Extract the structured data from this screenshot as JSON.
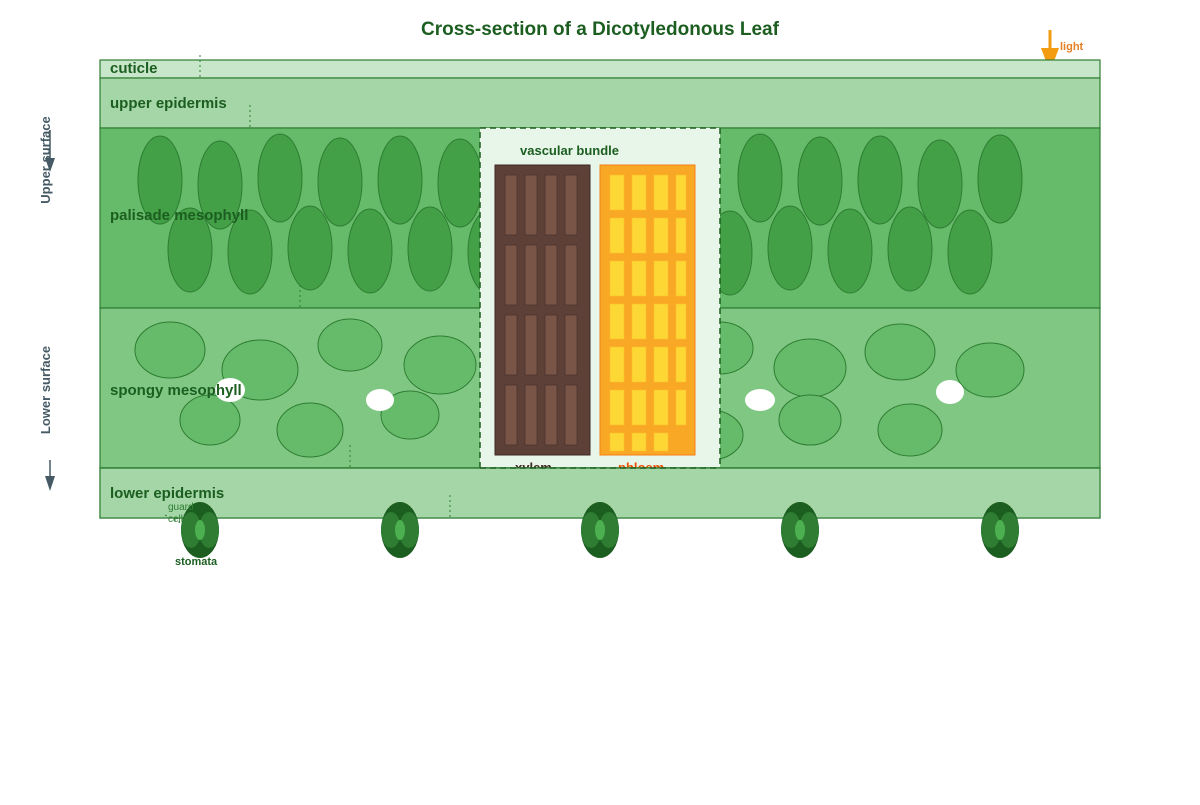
{
  "title": "Cross-section of a Dicotyledonous Leaf",
  "light_label": "light",
  "side_labels": {
    "upper": "Upper surface",
    "lower": "Lower surface"
  },
  "layers": {
    "cuticle": "cuticle",
    "upper_epidermis": "upper epidermis",
    "palisade": "palisade mesophyll",
    "spongy": "spongy mesophyll",
    "lower_epidermis": "lower epidermis"
  },
  "vascular": {
    "title": "vascular bundle",
    "xylem": "xylem",
    "phloem": "phloem"
  },
  "stomata": {
    "label": "stomata",
    "guard_label_1": "guard",
    "guard_label_2": "cell"
  },
  "colors": {
    "cuticle": "#c8e6c9",
    "epidermis": "#a5d6a7",
    "palisade_bg": "#66bb6a",
    "palisade_cell": "#43a047",
    "spongy_bg": "#81c784",
    "spongy_cell": "#66bb6a",
    "outline": "#2e7d32",
    "text": "#1b5e20",
    "xylem": "#5d4037",
    "phloem": "#f9a825",
    "light": "#f39c12",
    "guard_cell": "#1b5e20"
  }
}
